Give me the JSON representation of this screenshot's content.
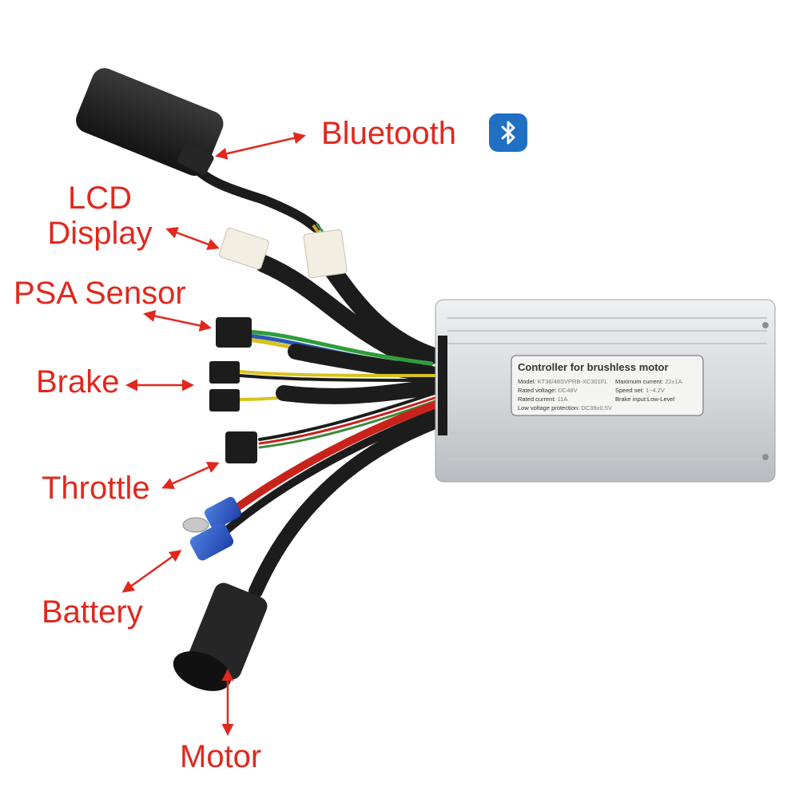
{
  "labels": {
    "bluetooth": "Bluetooth",
    "lcd_line1": "LCD",
    "lcd_line2": "Display",
    "psa_sensor": "PSA Sensor",
    "brake": "Brake",
    "throttle": "Throttle",
    "battery": "Battery",
    "motor": "Motor"
  },
  "controller_plate": {
    "title": "Controller for brushless motor",
    "model_label": "Model:",
    "model_value": "KT36/48SVPRB-XC301FL",
    "rated_voltage_label": "Rated voltage:",
    "rated_voltage_value": "DC48V",
    "rated_current_label": "Rated current:",
    "rated_current_value": "11A",
    "low_voltage_label": "Low voltage protection:",
    "low_voltage_value": "DC39±0.5V",
    "max_current_label": "Maximum current:",
    "max_current_value": "22±1A",
    "speed_set_label": "Speed set:",
    "speed_set_value": "1~4.2V",
    "brake_input_label": "Brake input:",
    "brake_input_value": "Low-Level"
  },
  "icons": [
    "bluetooth-icon"
  ],
  "colors": {
    "label_red": "#e0281e",
    "bluetooth_blue": "#1f6fc3",
    "housing_silver": "#d9dcdf",
    "cable_black": "#1c1c1c",
    "wire_red": "#c8231b"
  }
}
